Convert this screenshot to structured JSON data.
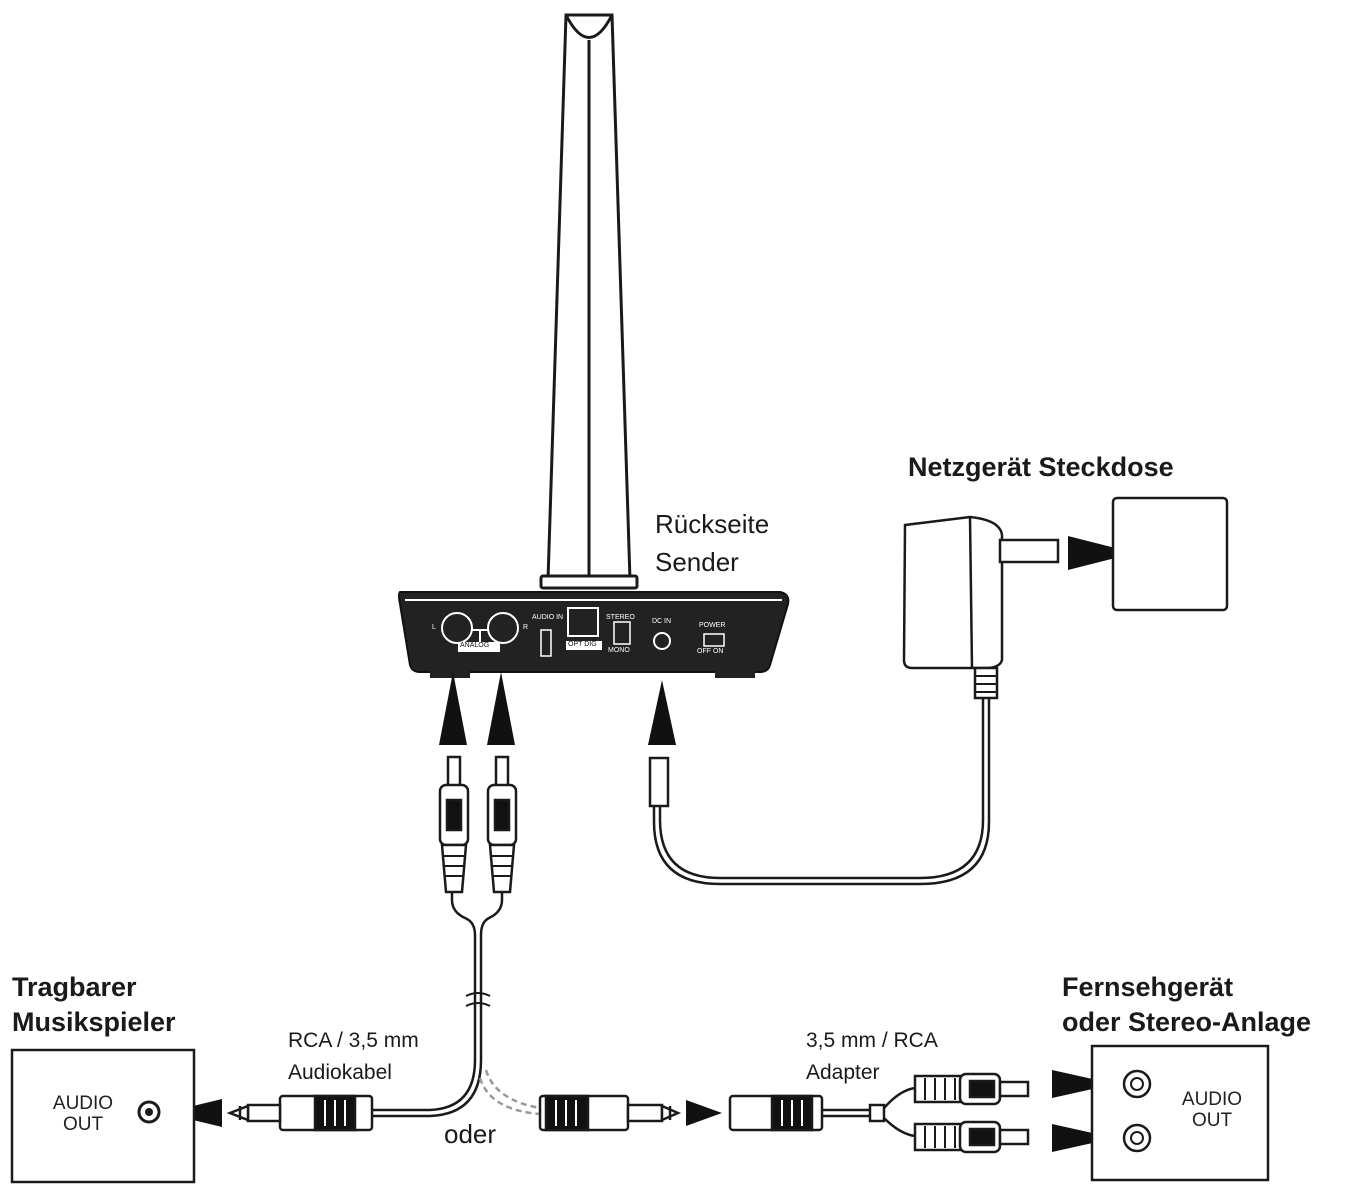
{
  "labels": {
    "netzgeraet": "Netzgerät Steckdose",
    "rueckseite": "Rückseite",
    "sender": "Sender",
    "tragbarer": "Tragbarer",
    "musikspieler": "Musikspieler",
    "fernsehgeraet": "Fernsehgerät",
    "stereoanlage": "oder Stereo-Anlage",
    "rca_35": "RCA / 3,5 mm",
    "audiokabel": "Audiokabel",
    "mm35_rca": "3,5 mm / RCA",
    "adapter": "Adapter",
    "oder": "oder"
  },
  "boxes": {
    "player": {
      "line1": "AUDIO",
      "line2": "OUT"
    },
    "tv": {
      "line1": "AUDIO",
      "line2": "OUT"
    }
  },
  "panel": {
    "l": "L",
    "r": "R",
    "analog": "ANALOG",
    "audio_in": "AUDIO IN",
    "opt_dig": "OPT DIG",
    "stereo": "STEREO",
    "mono": "MONO",
    "dc_in": "DC IN",
    "power": "POWER",
    "off_on": "OFF ON"
  },
  "colors": {
    "ink": "#1a1a1a",
    "panel": "#222222",
    "paper": "#ffffff"
  }
}
